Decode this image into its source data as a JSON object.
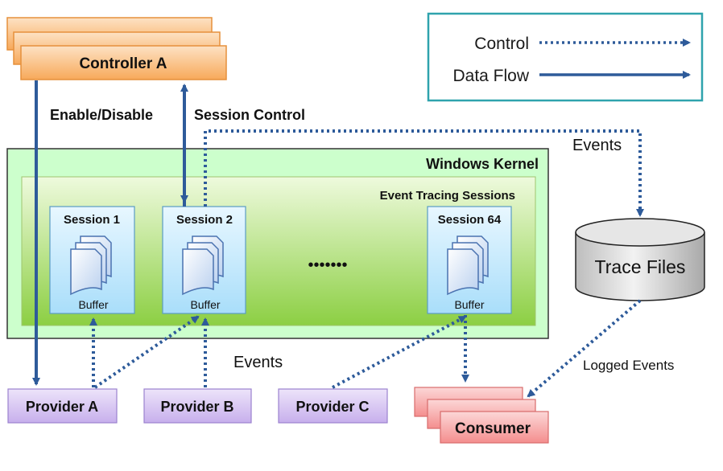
{
  "legend": {
    "control_label": "Control",
    "dataflow_label": "Data Flow"
  },
  "controller": {
    "label": "Controller A"
  },
  "edge_labels": {
    "enable_disable": "Enable/Disable",
    "session_control": "Session Control",
    "events_top": "Events",
    "events_middle": "Events",
    "logged_events": "Logged Events"
  },
  "kernel": {
    "title": "Windows Kernel",
    "sessions_title": "Event Tracing Sessions",
    "sessions": [
      {
        "title": "Session 1",
        "buffer_label": "Buffer"
      },
      {
        "title": "Session 2",
        "buffer_label": "Buffer"
      },
      {
        "title": "Session 64",
        "buffer_label": "Buffer"
      }
    ],
    "ellipsis": "•••••••"
  },
  "trace_files": {
    "label": "Trace Files"
  },
  "providers": [
    {
      "label": "Provider A"
    },
    {
      "label": "Provider B"
    },
    {
      "label": "Provider C"
    }
  ],
  "consumer": {
    "label": "Consumer"
  },
  "colors": {
    "arrow": "#2e5b9a",
    "legend_border": "#2fa3ad",
    "controller_fill": "#f9b26b",
    "kernel_fill": "#ccffcc",
    "sessions_fill": "#b8e07a",
    "session_fill": "#c6ecff",
    "provider_fill": "#d7c3f2",
    "consumer_fill": "#f7a3a3",
    "trace_fill": "#d8d8d8"
  },
  "icons": {
    "buffer": "document-stack-icon",
    "trace_files": "database-cylinder-icon"
  }
}
